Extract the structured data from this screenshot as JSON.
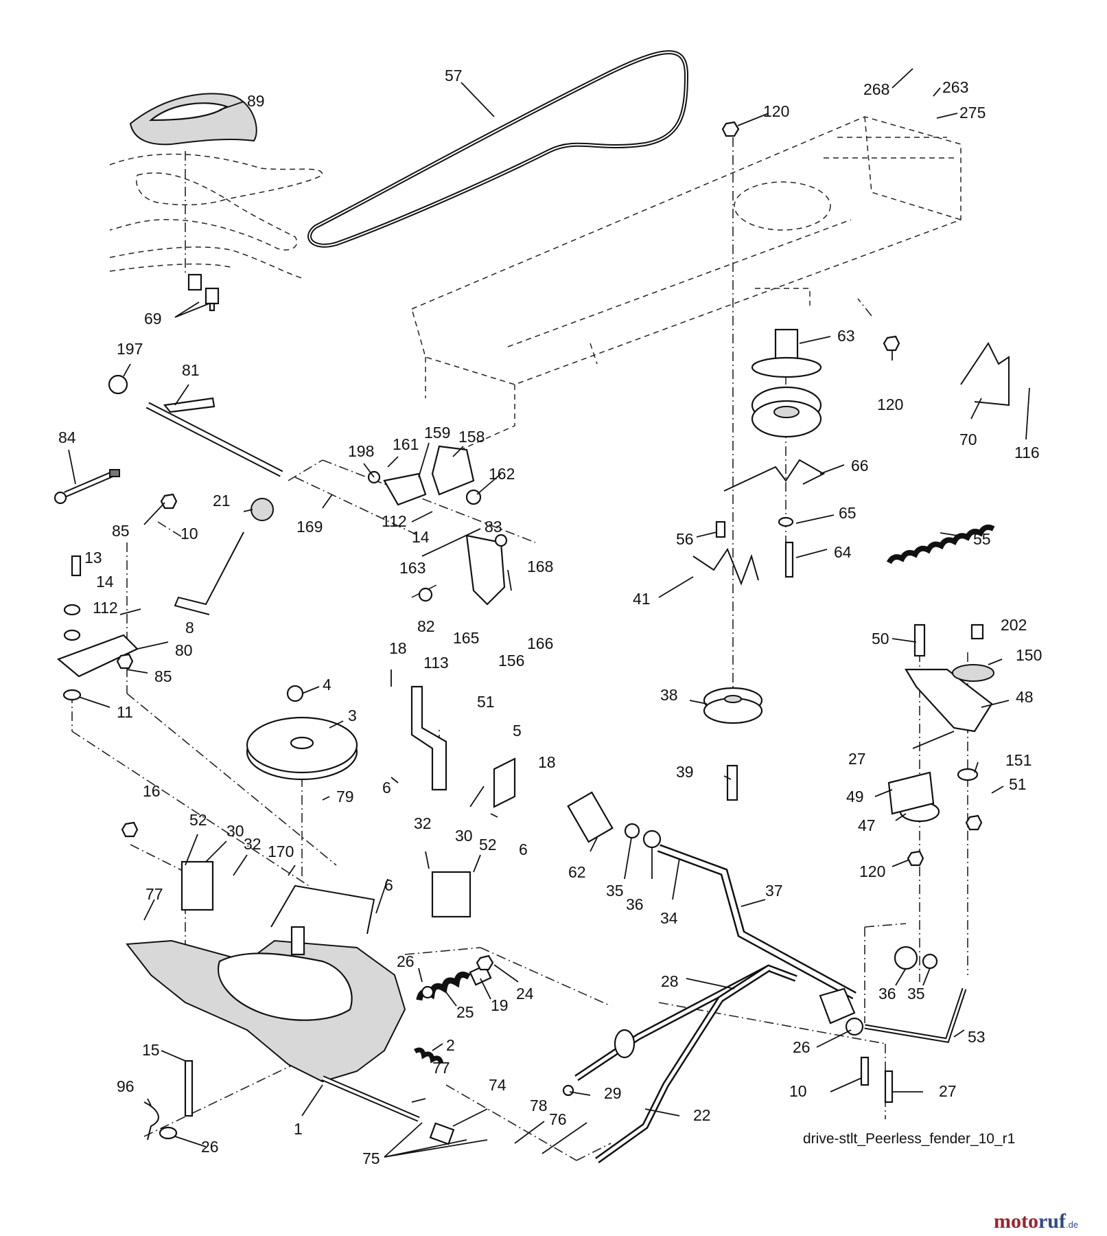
{
  "diagram": {
    "caption": "drive-stlt_Peerless_fender_10_r1",
    "watermark": {
      "part1": "moto",
      "part2": "ruf",
      "suffix": ".de"
    },
    "part_labels": {
      "p57": "57",
      "p89": "89",
      "p268": "268",
      "p263": "263",
      "p275": "275",
      "p120a": "120",
      "p69": "69",
      "p197": "197",
      "p81": "81",
      "p63": "63",
      "p120b": "120",
      "p70": "70",
      "p116": "116",
      "p84": "84",
      "p198": "198",
      "p161": "161",
      "p159": "159",
      "p158": "158",
      "p162": "162",
      "p66": "66",
      "p21": "21",
      "p85a": "85",
      "p10a": "10",
      "p169": "169",
      "p112a": "112",
      "p14a": "14",
      "p83": "83",
      "p65": "65",
      "p56": "56",
      "p55": "55",
      "p163": "163",
      "p64": "64",
      "p168": "168",
      "p13": "13",
      "p14b": "14",
      "p112b": "112",
      "p8": "8",
      "p82": "82",
      "p165": "165",
      "p166": "166",
      "p156": "156",
      "p80": "80",
      "p41": "41",
      "p50": "50",
      "p202": "202",
      "p150": "150",
      "p85b": "85",
      "p18a": "18",
      "p113": "113",
      "p4": "4",
      "p11": "11",
      "p3": "3",
      "p51a": "51",
      "p38": "38",
      "p48": "48",
      "p5": "5",
      "p18b": "18",
      "p6a": "6",
      "p27a": "27",
      "p151": "151",
      "p39": "39",
      "p51b": "51",
      "p49": "49",
      "p16": "16",
      "p79": "79",
      "p52a": "52",
      "p30a": "30",
      "p32a": "32",
      "p32b": "32",
      "p30b": "30",
      "p52b": "52",
      "p62": "62",
      "p47": "47",
      "p6b": "6",
      "p170": "170",
      "p35a": "35",
      "p36a": "36",
      "p34": "34",
      "p120c": "120",
      "p77a": "77",
      "p6c": "6",
      "p37": "37",
      "p26a": "26",
      "p24": "24",
      "p19": "19",
      "p25": "25",
      "p28": "28",
      "p36b": "36",
      "p35b": "35",
      "p2": "2",
      "p53": "53",
      "p15": "15",
      "p26b": "26",
      "p77b": "77",
      "p74": "74",
      "p29": "29",
      "p10b": "10",
      "p27b": "27",
      "p96": "96",
      "p1": "1",
      "p78": "78",
      "p76": "76",
      "p22": "22",
      "p26c": "26",
      "p75": "75"
    }
  }
}
